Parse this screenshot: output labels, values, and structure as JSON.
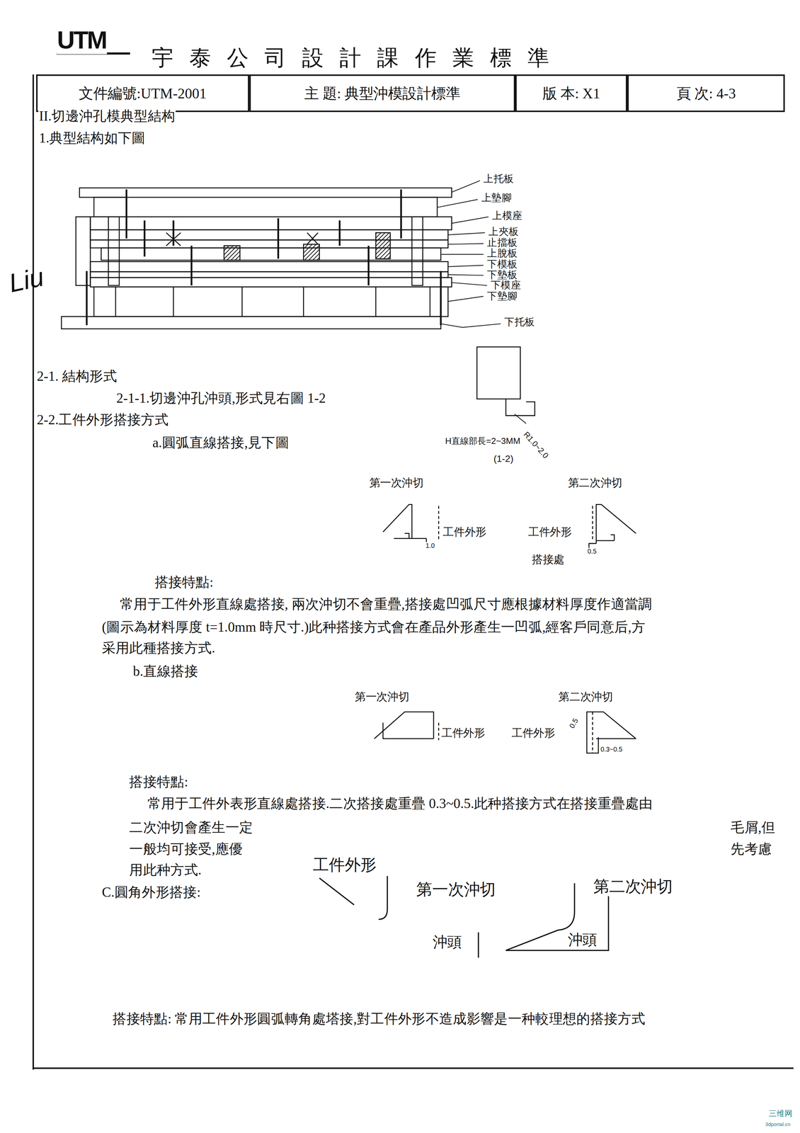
{
  "diagram": {
    "title": "宇泰公司設計課作業標準",
    "nodes": [
      {
        "text": [
          "文件編號:UTM-2001"
        ]
      },
      {
        "text": [
          "主 題: 典型沖模設計標準"
        ]
      },
      {
        "text": [
          "版 本: X1"
        ]
      },
      {
        "text": [
          "頁 次: 4-3"
        ]
      }
    ],
    "labels": [
      "UTM",
      "II.切邊沖孔模典型結构",
      "1.典型結构如下圖",
      "上托板",
      "上墊腳",
      "上模座",
      "上夾板",
      "止擋板",
      "上脫板",
      "下模板",
      "下墊板",
      "下模座",
      "下墊腳",
      "下托板",
      "Liu",
      "2-1. 結构形式",
      "2-1-1.切邊沖孔沖頭,形式見右圖 1-2",
      "2-2.工件外形搭接方式",
      "a.圓弧直線搭接,見下圖",
      "R1.0~2.0",
      "H直線部長=2~3MM",
      "(1-2)",
      "第一次沖切",
      "工件外形",
      "1.0",
      "第二次沖切",
      "工件外形",
      "搭接處",
      "0.5",
      "搭接特點:",
      "常用于工件外形直線處搭接, 兩次沖切不會重疊,搭接處凹弧尺寸應根據材料厚度作適當調",
      "(圖示為材料厚度 t=1.0mm 時尺寸.)此种搭接方式會在產品外形產生一凹弧,經客戶同意后,方",
      "采用此種搭接方式.",
      "b.直線搭接",
      "第一次沖切",
      "工件外形",
      "第二次沖切",
      "工件外形",
      "0.5",
      "0.3~0.5",
      "搭接特點:",
      "常用于工件外表形直線處搭接.二次搭接處重疊 0.3~0.5.此种搭接方式在搭接重疊處由",
      "二次沖切會產生一定",
      "毛屑,但",
      "一般均可接受,應優",
      "先考慮",
      "用此种方式.",
      "C.圓角外形搭接:",
      "工件外形",
      "第一次沖切",
      "第二次沖切",
      "沖頭",
      "沖頭",
      "搭接特點: 常用工件外形圓弧轉角處塔接,對工件外形不造成影響是一种較理想的搭接方式",
      "三维网",
      "3dportal.cn"
    ]
  }
}
